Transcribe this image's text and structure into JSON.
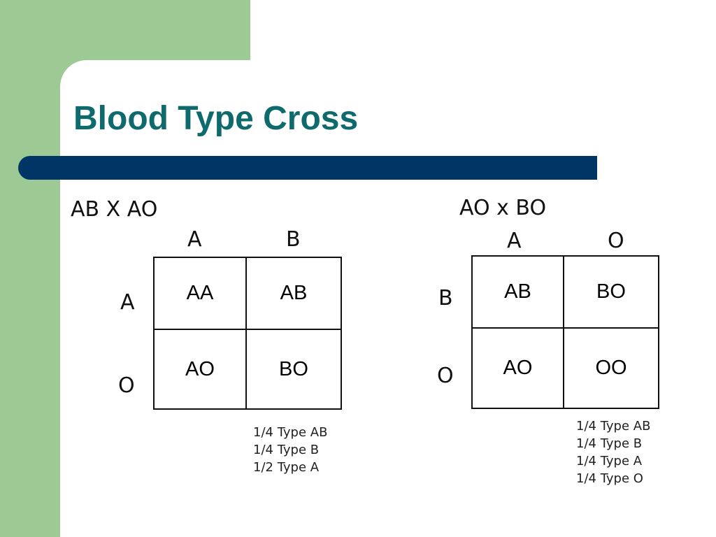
{
  "slide": {
    "title": "Blood Type Cross"
  },
  "cross1": {
    "title": "AB X AO",
    "columns": [
      "A",
      "B"
    ],
    "rows": [
      "A",
      "O"
    ],
    "cells": [
      [
        "AA",
        "AB"
      ],
      [
        "AO",
        "BO"
      ]
    ],
    "results": [
      "1/4 Type AB",
      "1/4 Type B",
      "1/2 Type A"
    ]
  },
  "cross2": {
    "title": "AO x BO",
    "columns": [
      "A",
      "O"
    ],
    "rows": [
      "B",
      "O"
    ],
    "cells": [
      [
        "AB",
        "BO"
      ],
      [
        "AO",
        "OO"
      ]
    ],
    "results": [
      "1/4 Type AB",
      "1/4 Type B",
      "1/4 Type A",
      "1/4 Type O"
    ]
  },
  "colors": {
    "background_green": "#9cc994",
    "title_teal": "#0e6a6d",
    "title_bar_navy": "#003566"
  }
}
